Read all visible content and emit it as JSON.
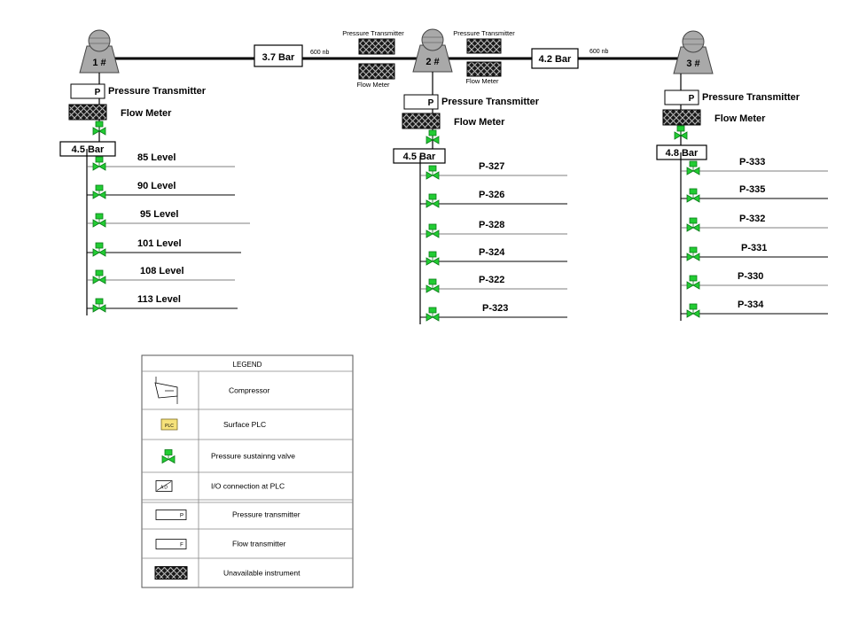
{
  "colors": {
    "valve_green": "#22cc33",
    "valve_stroke": "#0a7a18",
    "line": "#000000",
    "thin_line": "#555555",
    "compressor_fill": "#a9a9a9",
    "plc_fill": "#f6e27a",
    "unavailable_fill": "#1a1a1a"
  },
  "header_pipe": {
    "segment1": {
      "pressure_label": "3.7 Bar",
      "size_label": "600 nb"
    },
    "segment2": {
      "pressure_label": "4.2 Bar",
      "size_label": "600 nb"
    },
    "between_labels": {
      "pt_left": "Pressure Transmitter",
      "fm_left": "Flow Meter",
      "pt_right": "Pressure Transmitter",
      "fm_right": "Flow Meter"
    }
  },
  "compressors": [
    {
      "label": "1 #",
      "pt_box_letter": "P",
      "pt_label": "Pressure Transmitter",
      "fm_label": "Flow Meter",
      "pressure_label": "4.5 Bar",
      "branches": [
        "85 Level",
        "90 Level",
        "95 Level",
        "101 Level",
        "108 Level",
        "113 Level"
      ]
    },
    {
      "label": "2 #",
      "pt_box_letter": "P",
      "pt_label": "Pressure Transmitter",
      "fm_label": "Flow Meter",
      "pressure_label": "4.5 Bar",
      "branches": [
        "P-327",
        "P-326",
        "P-328",
        "P-324",
        "P-322",
        "P-323"
      ]
    },
    {
      "label": "3 #",
      "pt_box_letter": "P",
      "pt_label": "Pressure Transmitter",
      "fm_label": "Flow Meter",
      "pressure_label": "4.8 Bar",
      "branches": [
        "P-333",
        "P-335",
        "P-332",
        "P-331",
        "P-330",
        "P-334"
      ]
    }
  ],
  "legend": {
    "title": "LEGEND",
    "items": [
      {
        "symbol": "compressor-icon",
        "label": "Compressor"
      },
      {
        "symbol": "plc-icon",
        "label": "Surface PLC",
        "symbol_text": "PLC"
      },
      {
        "symbol": "valve-icon",
        "label": "Pressure sustainng valve"
      },
      {
        "symbol": "io-connection-icon",
        "label": "I/O connection at PLC",
        "symbol_text": "A D"
      },
      {
        "symbol": "pressure-transmitter-icon",
        "label": "Pressure transmitter",
        "symbol_text": "P"
      },
      {
        "symbol": "flow-transmitter-icon",
        "label": "Flow transmitter",
        "symbol_text": "F"
      },
      {
        "symbol": "unavailable-instrument-icon",
        "label": "Unavailable instrument"
      }
    ]
  }
}
